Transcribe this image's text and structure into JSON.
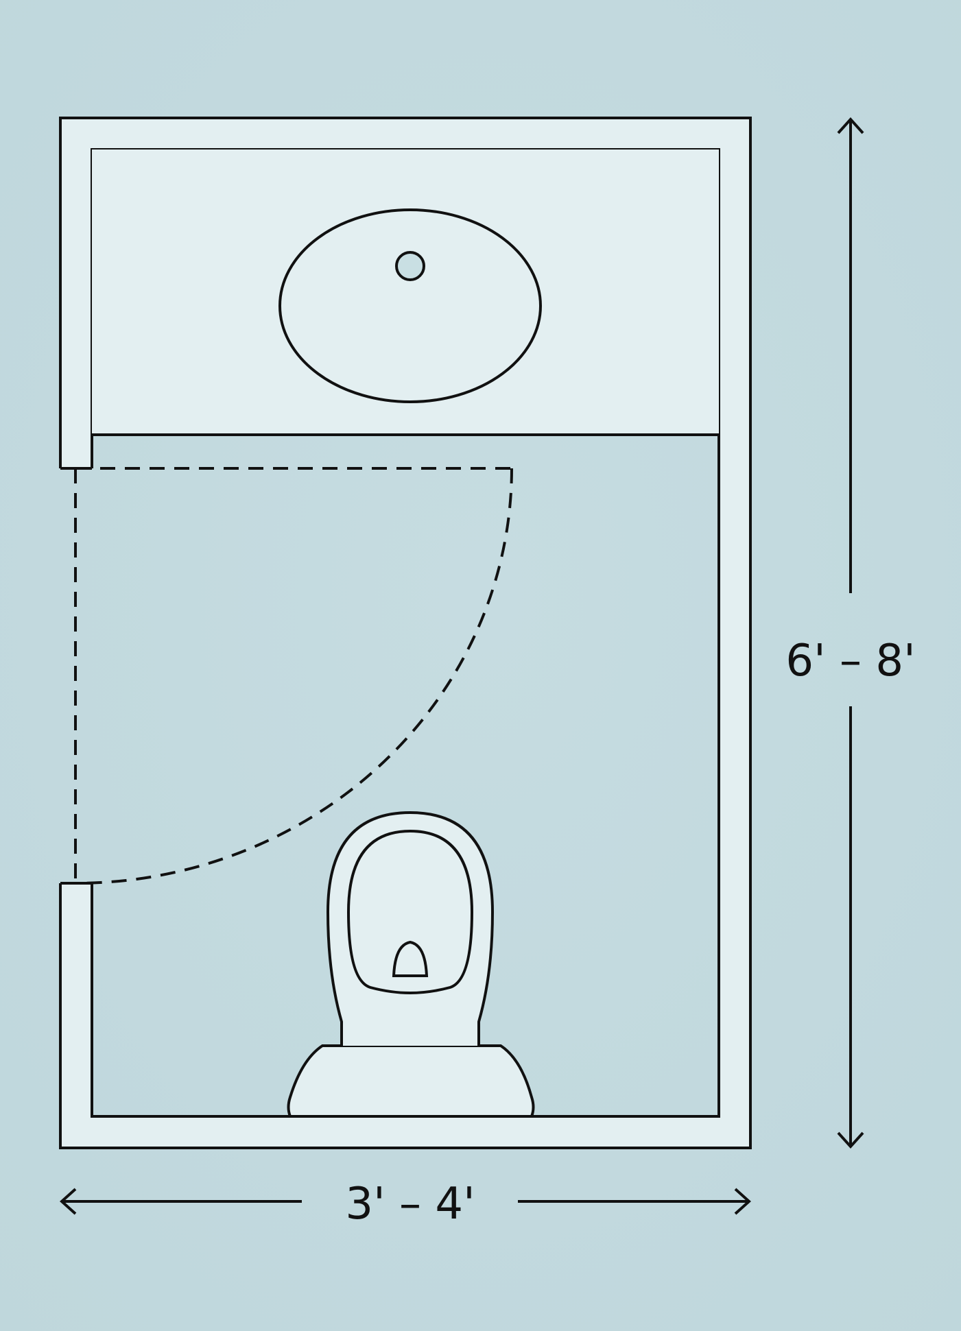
{
  "diagram": {
    "dimensions": {
      "height_label": "6' – 8'",
      "width_label": "3' – 4'"
    },
    "fixtures": [
      "sink-icon",
      "toilet-icon",
      "vanity-counter",
      "door-swing"
    ],
    "colors": {
      "background": "#c9dfe3",
      "wall_fill": "#e3eff1",
      "floor_fill": "#cfe2e6",
      "line": "#111111"
    }
  }
}
